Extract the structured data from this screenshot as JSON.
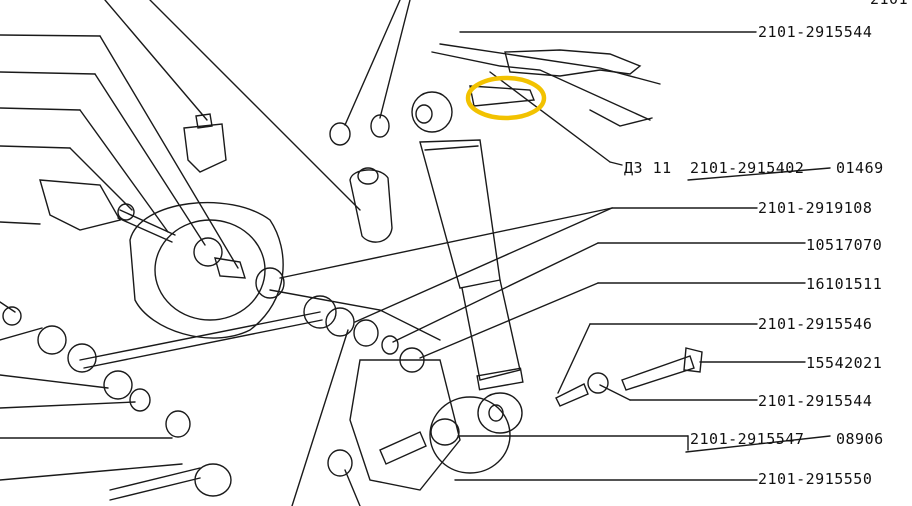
{
  "top_right_fragment": "2101",
  "labels": {
    "l1": "2101-2915544",
    "l2_prefix": "Д3 11",
    "l2_main": "2101-2915402",
    "l2_suffix": "01469",
    "l3": "2101-2919108",
    "l4": "10517070",
    "l5": "16101511",
    "l6": "2101-2915546",
    "l7": "15542021",
    "l8": "2101-2915544",
    "l9_main": "2101-2915547",
    "l9_suffix": "08906",
    "l10": "2101-2915550"
  },
  "colors": {
    "ink": "#1a1a1a",
    "highlight": "#f2c200"
  }
}
